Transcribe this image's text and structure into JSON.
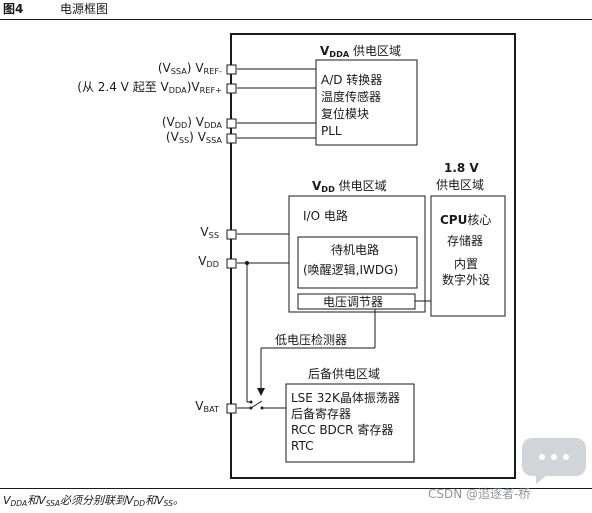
{
  "figure": {
    "number": "图4",
    "title": "电源框图"
  },
  "pins": {
    "vref_minus": {
      "prefix": "(V",
      "prefix_sub": "SSA",
      "prefix_close": ")",
      "name": "V",
      "name_sub": "REF-"
    },
    "vref_plus": {
      "prefix": "(从 2.4 V 起至 V",
      "prefix_sub": "DDA",
      "prefix_close": ")",
      "name": "V",
      "name_sub": "REF+"
    },
    "vdda": {
      "prefix": "(V",
      "prefix_sub": "DD",
      "prefix_close": ")",
      "name": "V",
      "name_sub": "DDA"
    },
    "vssa": {
      "prefix": "(V",
      "prefix_sub": "SS",
      "prefix_close": ")",
      "name": "V",
      "name_sub": "SSA"
    },
    "vss": {
      "name": "V",
      "name_sub": "SS"
    },
    "vdd": {
      "name": "V",
      "name_sub": "DD"
    },
    "vbat": {
      "name": "V",
      "name_sub": "BAT"
    }
  },
  "domains": {
    "vdda": {
      "title_main": "V",
      "title_sub": "DDA",
      "title_rest": " 供电区域",
      "items": [
        "A/D 转换器",
        "温度传感器",
        "复位模块",
        "PLL"
      ]
    },
    "core": {
      "title_line1": "1.8 V",
      "title_line2": "供电区域",
      "items_top_bold": "CPU",
      "items_top_rest": "核心",
      "items": [
        "存储器",
        "内置",
        "数字外设"
      ]
    },
    "vdd": {
      "title_main": "V",
      "title_sub": "DD",
      "title_rest": " 供电区域",
      "io": "I/O 电路",
      "standby_line1": "待机电路",
      "standby_line2": "(唤醒逻辑,IWDG)",
      "regulator": "电压调节器"
    },
    "backup": {
      "title": "后备供电区域",
      "items": [
        "LSE 32K晶体振荡器",
        "后备寄存器",
        "RCC BDCR 寄存器",
        "RTC"
      ]
    }
  },
  "detector": "低电压检测器",
  "footnote": "V<sub>DDA</sub>和V<sub>SSA</sub>必须分别联到V<sub>DD</sub>和V<sub>SS</sub>。",
  "footnote_parts": {
    "a": "V",
    "a_sub": "DDA",
    "b": "和",
    "c": "V",
    "c_sub": "SSA",
    "d": "必须分别联到",
    "e": "V",
    "e_sub": "DD",
    "f": "和",
    "g": "V",
    "g_sub": "SS",
    "h": "。"
  },
  "watermark": "CSDN @追逐者-桥",
  "colors": {
    "line": "#1a1a1a",
    "watermark": "#9aa3ad"
  }
}
